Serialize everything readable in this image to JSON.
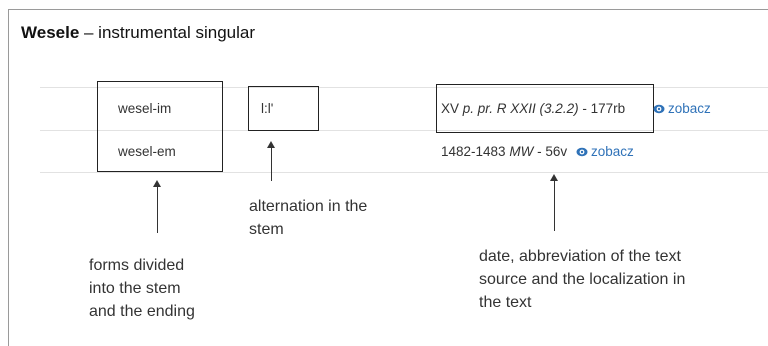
{
  "title": {
    "word": "Wesele",
    "rest": " – instrumental singular"
  },
  "rows": [
    {
      "form": "wesel-im",
      "alternation": "l:l'",
      "date": "XV",
      "source": "p. pr. R XXII (3.2.2)",
      "location": " - 177rb",
      "link": "zobacz"
    },
    {
      "form": "wesel-em",
      "alternation": "",
      "date": "1482-1483",
      "source": "MW",
      "location": " - 56v",
      "link": "zobacz"
    }
  ],
  "annotations": {
    "forms": [
      "forms divided",
      "into the stem",
      "and the ending"
    ],
    "alternation": [
      "alternation in the",
      "stem"
    ],
    "date": [
      "date, abbreviation of the text",
      "source and the localization in",
      "the text"
    ]
  },
  "colors": {
    "link": "#2f72b8",
    "rule": "#e2e2e2"
  }
}
